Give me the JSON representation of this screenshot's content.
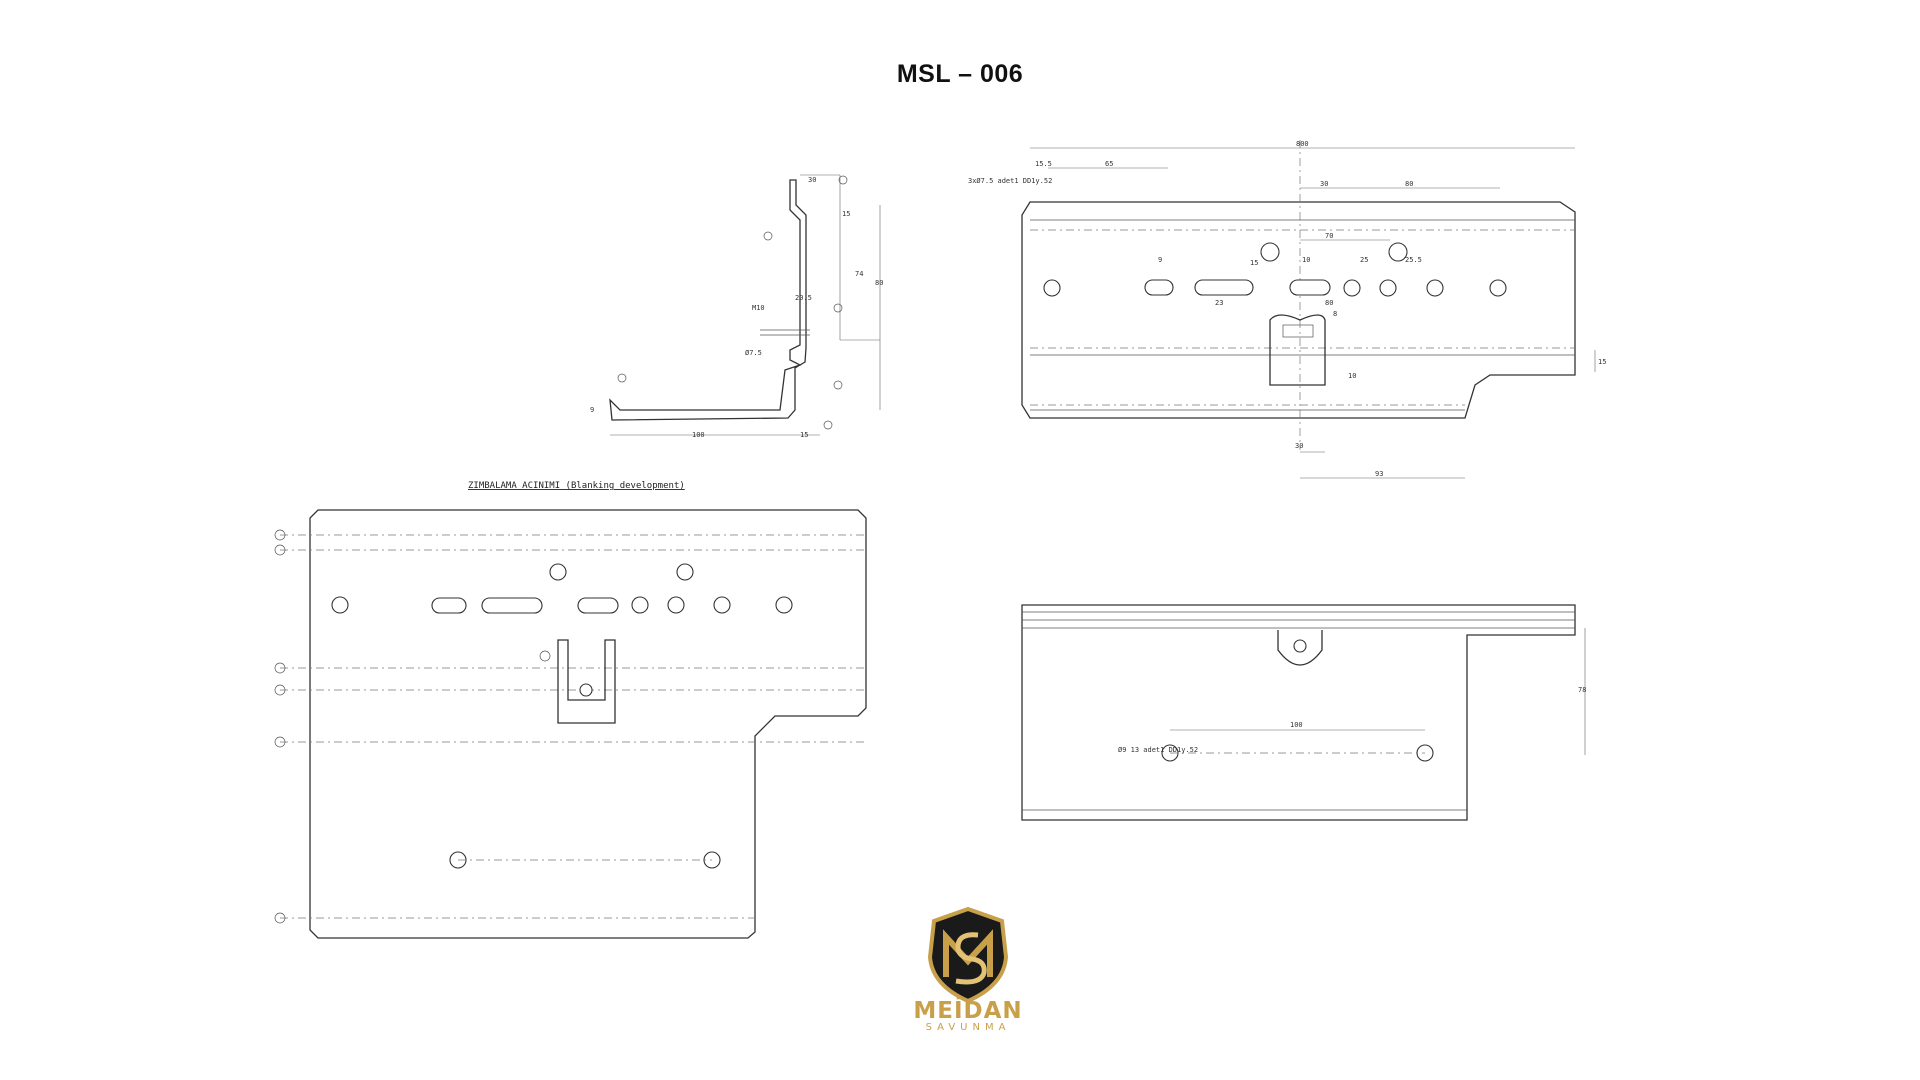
{
  "title": "MSL – 006",
  "drawing": {
    "blanking_caption": "ZIMBALAMA ACINIMI (Blanking development)",
    "dims_profile": [
      "30",
      "15",
      "74",
      "80",
      "M10",
      "20.5",
      "Ø7.5",
      "9",
      "100",
      "15"
    ],
    "dims_top_view": [
      "800",
      "15.5",
      "65",
      "30",
      "80",
      "70",
      "9",
      "15",
      "10",
      "25",
      "25.5",
      "23",
      "80",
      "8",
      "10",
      "30",
      "93",
      "15"
    ],
    "dims_bottom_view": [
      "100",
      "78"
    ],
    "note_top": "3xØ7.5 adet1 DD1y.52",
    "note_bottom": "Ø9 13 adet1 DD1y.52"
  },
  "logo": {
    "brand": "MEİDAN",
    "sub": "SAVUNMA",
    "gold": "#c9a04a",
    "shield_fill": "#1a1a1a"
  }
}
